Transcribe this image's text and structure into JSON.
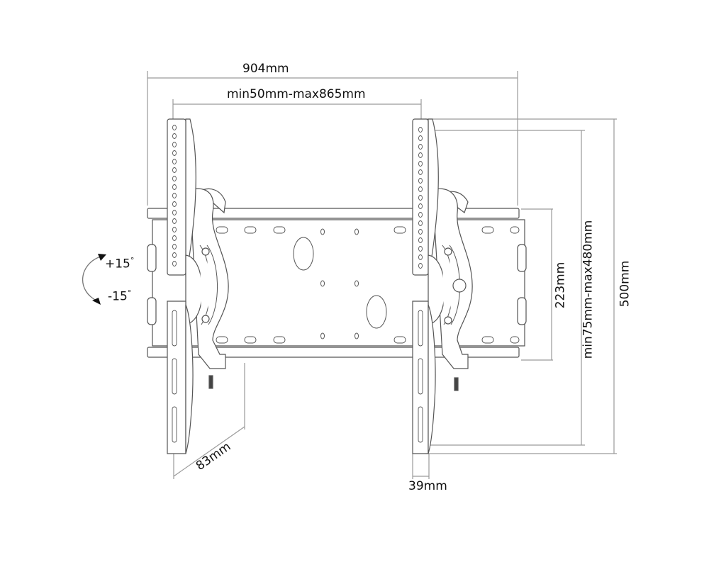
{
  "diagram": {
    "subject": "Tilting TV wall mount bracket",
    "colors": {
      "line": "#555555",
      "dim_line": "#9a9a9a",
      "text": "#111111",
      "background": "#ffffff"
    },
    "dimensions": {
      "overall_width": "904mm",
      "bracket_spacing": "min50mm-max865mm",
      "wall_plate_height": "223mm",
      "vertical_hole_range": "min75mm-max480mm",
      "overall_height": "500mm",
      "depth": "83mm",
      "arm_width": "39mm"
    },
    "tilt": {
      "plus_label": "+15",
      "minus_label": "-15",
      "degree_symbol": "°"
    }
  }
}
